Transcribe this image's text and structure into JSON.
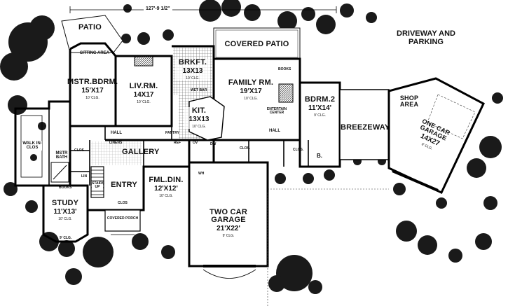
{
  "plan": {
    "overall_width": "127'-9 1/2\"",
    "rooms": [
      {
        "id": "patio",
        "name": "PATIO"
      },
      {
        "id": "sitting-area",
        "name": "SITTING AREA"
      },
      {
        "id": "master-bedroom",
        "name": "MSTR.BDRM.",
        "dims": "15'X17",
        "clg": "10' CLG."
      },
      {
        "id": "living-room",
        "name": "LIV.RM.",
        "dims": "14X17",
        "clg": "10' CLG."
      },
      {
        "id": "breakfast",
        "name": "BRKFT.",
        "dims": "13X13",
        "clg": "10' CLG."
      },
      {
        "id": "covered-patio",
        "name": "COVERED PATIO"
      },
      {
        "id": "family-room",
        "name": "FAMILY RM.",
        "dims": "19'X17",
        "clg": "10' CLG."
      },
      {
        "id": "kitchen",
        "name": "KIT.",
        "dims": "13X13",
        "clg": "10' CLG."
      },
      {
        "id": "bedroom-2",
        "name": "BDRM.2",
        "dims": "11'X14'",
        "clg": "9' CLG."
      },
      {
        "id": "breezeway",
        "name": "BREEZEWAY"
      },
      {
        "id": "shop-area",
        "name": "SHOP AREA"
      },
      {
        "id": "one-car-garage",
        "name": "ONE CAR GARAGE",
        "dims": "14X27",
        "clg": "9' CLG."
      },
      {
        "id": "walk-in-closet",
        "name": "WALK IN-CLOS"
      },
      {
        "id": "master-bath",
        "name": "MSTR BATH"
      },
      {
        "id": "gallery",
        "name": "GALLERY"
      },
      {
        "id": "entry",
        "name": "ENTRY"
      },
      {
        "id": "family-dining",
        "name": "FML.DIN.",
        "dims": "12'X12'",
        "clg": "10' CLG."
      },
      {
        "id": "study",
        "name": "STUDY",
        "dims": "11'X13'",
        "clg": "10' CLG."
      },
      {
        "id": "two-car-garage",
        "name": "TWO CAR GARAGE",
        "dims": "21'X22'",
        "clg": "9' CLG."
      },
      {
        "id": "covered-porch",
        "name": "COVERED PORCH"
      }
    ],
    "small_labels": {
      "hall_master": "HALL",
      "hall_bedroom": "HALL",
      "linens": "LINENS",
      "pantry": "PANTRY",
      "clos_a": "CLOS",
      "clos_b": "CLOS.",
      "clos_c": "CLOS.",
      "clos_d": "CLOS",
      "books_family": "BOOKS",
      "books_study": "BOOKS",
      "entertain_center": "ENTERTAIN CENTER",
      "stairs_up": "STAIRS UP",
      "bath_b": "B.",
      "wh": "WH",
      "ov": "OV",
      "ref": "REF",
      "dw": "DW",
      "lin": "LIN",
      "wet_bar": "WET BAR",
      "alt_clg": "9' CLG."
    },
    "site": {
      "driveway": "DRIVEWAY AND PARKING"
    }
  }
}
